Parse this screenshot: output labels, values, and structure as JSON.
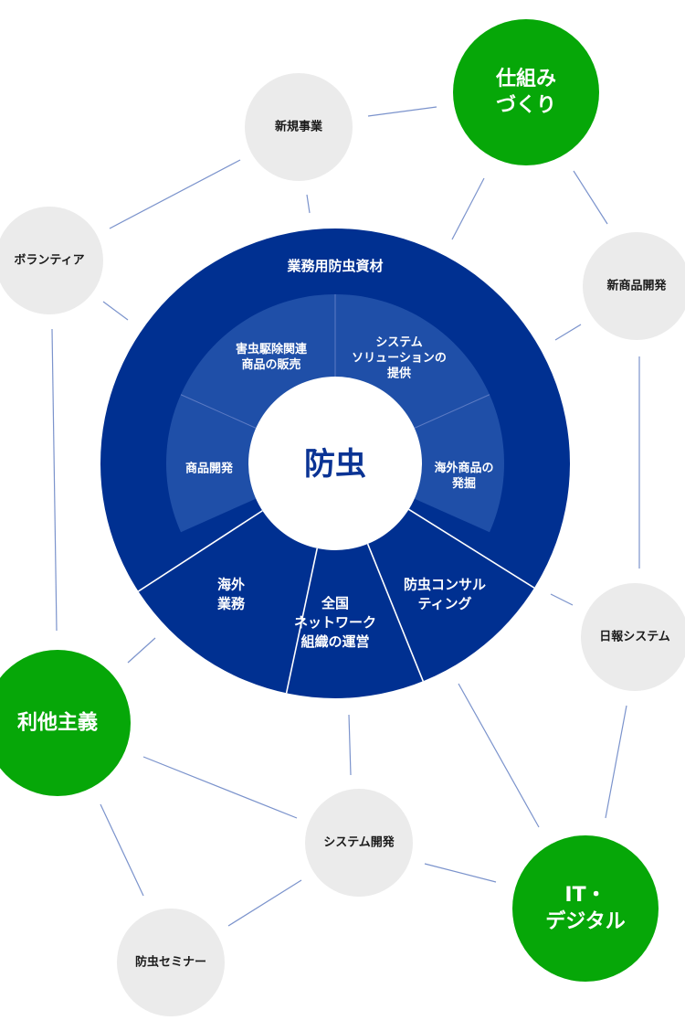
{
  "colors": {
    "outer_ring": "#003091",
    "inner_ring": "#1f4fa8",
    "divider": "#5c7bc4",
    "green_node": "#06a708",
    "gray_node": "#ebebeb",
    "connector": "#7b93cc",
    "core_text": "#0a3394"
  },
  "core": {
    "label": "防虫",
    "ring_title": "業務用防虫資材"
  },
  "inner_segments": [
    {
      "lines": [
        "害虫駆除関連",
        "商品の販売"
      ]
    },
    {
      "lines": [
        "システム",
        "ソリューションの",
        "提供"
      ]
    },
    {
      "lines": [
        "海外商品の",
        "発掘"
      ]
    },
    {
      "lines": [
        "商品開発"
      ]
    }
  ],
  "outer_segments": [
    {
      "lines": [
        "海外",
        "業務"
      ]
    },
    {
      "lines": [
        "全国",
        "ネットワーク",
        "組織の運営"
      ]
    },
    {
      "lines": [
        "防虫コンサル",
        "ティング"
      ]
    }
  ],
  "green_nodes": [
    {
      "key": "shikumi",
      "lines": [
        "仕組み",
        "づくり"
      ]
    },
    {
      "key": "rita",
      "lines": [
        "利他主義"
      ]
    },
    {
      "key": "it",
      "lines": [
        "IT・",
        "デジタル"
      ]
    }
  ],
  "gray_nodes": [
    {
      "key": "shinki",
      "lines": [
        "新規事業"
      ]
    },
    {
      "key": "volunteer",
      "lines": [
        "ボランティア"
      ]
    },
    {
      "key": "shinshohin",
      "lines": [
        "新商品開発"
      ]
    },
    {
      "key": "nippo",
      "lines": [
        "日報システム"
      ]
    },
    {
      "key": "system",
      "lines": [
        "システム開発"
      ]
    },
    {
      "key": "seminar",
      "lines": [
        "防虫セミナー"
      ]
    }
  ]
}
